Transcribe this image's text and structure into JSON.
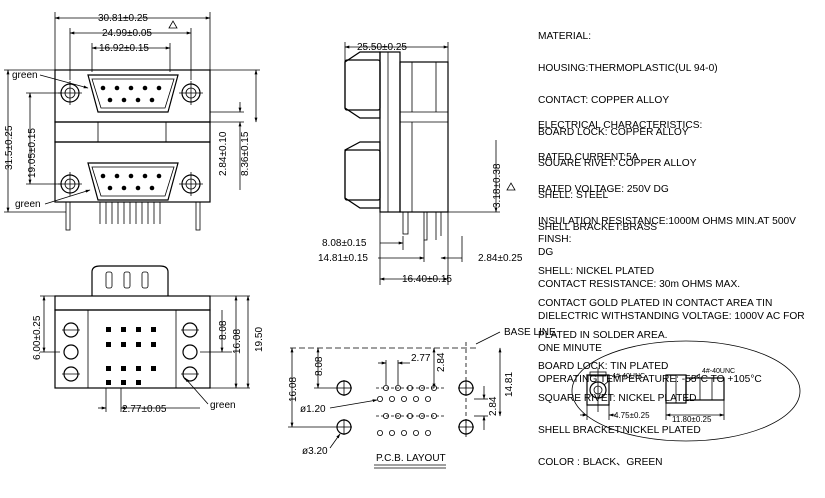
{
  "front_view": {
    "dim_overall_width": "30.81±0.25",
    "dim_mount_spacing": "24.99±0.05",
    "dim_shell_width": "16.92±0.15",
    "dim_height": "31.5±0.25",
    "dim_connector_pitch": "19.05±0.15",
    "dim_offset_small": "2.84±0.10",
    "dim_offset_large": "8.36±0.15",
    "label_green_top": "green",
    "label_green_bottom": "green"
  },
  "side_view": {
    "dim_depth": "25.50±0.25",
    "dim_pin_height": "3.18±0.38",
    "dim_a": "8.08±0.15",
    "dim_b": "14.81±0.15",
    "dim_c": "2.84±0.25",
    "dim_d": "16.40±0.15"
  },
  "bottom_view": {
    "dim_left": "6.00±0.25",
    "dim_right_a": "8.08",
    "dim_right_b": "16.08",
    "dim_right_c": "19.50",
    "dim_pitch": "2.77±0.05",
    "label_green": "green"
  },
  "pcb_layout": {
    "base_line": "BASE LINE",
    "dim_pitch": "2.77",
    "dim_v1": "8.08",
    "dim_v2": "16.08",
    "dim_r1": "2.84",
    "dim_r2": "2.84",
    "dim_r3": "14.81",
    "hole_small": "ø1.20",
    "hole_large": "ø3.20",
    "title": "P.C.B. LAYOUT"
  },
  "detail_view": {
    "screw_label_a": "4#-40UNC",
    "screw_label_b": "4#-40UNC",
    "dim_a": "4.75±0.25",
    "dim_b": "11.80±0.25"
  },
  "specs": {
    "material": [
      "MATERIAL:",
      "HOUSING:THERMOPLASTIC(UL 94-0)",
      "CONTACT: COPPER ALLOY",
      "BOARD LOCK: COPPER ALLOY",
      "SOUARE RIVET: COPPER ALLOY",
      "SHELL: STEEL",
      "SHELL BRACKET:BRASS"
    ],
    "electrical": [
      "ELECTRICAL CHARACTERISTICS:",
      "RATED CURRENT:5A",
      "RATED VOLTAGE: 250V DG",
      "INSULATION RESISTANCE:1000M OHMS MIN.AT 500V",
      "DG",
      "CONTACT RESISTANCE: 30m OHMS MAX.",
      "DIELECTRIC WITHSTANDING VOLTAGE: 1000V AC FOR",
      "ONE MINUTE",
      "OPERATING TEMPERATURE: -55°C TO +105°C"
    ],
    "finish": [
      "FINSH:",
      "SHELL: NICKEL PLATED",
      "CONTACT GOLD PLATED IN CONTACT AREA TIN",
      "PLATED IN SOLDER AREA.",
      "BOARD LOCK: TIN PLATED",
      "SQUARE RIVET: NICKEL PLATED",
      "SHELL BRACKET:NICKEL PLATED",
      "COLOR : BLACK、GREEN"
    ]
  }
}
